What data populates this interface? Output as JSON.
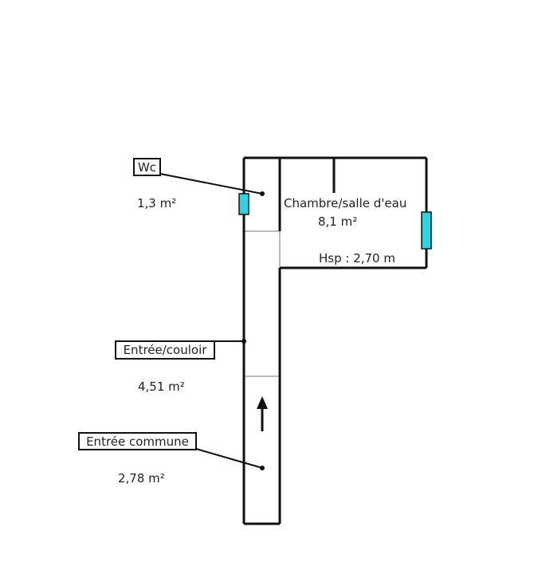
{
  "rooms": {
    "wc": {
      "label": "Wc",
      "area": "1,3  m²"
    },
    "chambre": {
      "label": "Chambre/salle d'eau",
      "area": "8,1  m²",
      "height": "Hsp : 2,70 m"
    },
    "couloir": {
      "label": "Entrée/couloir",
      "area": "4,51  m²"
    },
    "commune": {
      "label": "Entrée commune",
      "area": "2,78  m²"
    }
  },
  "colors": {
    "wall": "#111111",
    "window": "#2ad4e0",
    "partition": "#bbbbbb"
  }
}
